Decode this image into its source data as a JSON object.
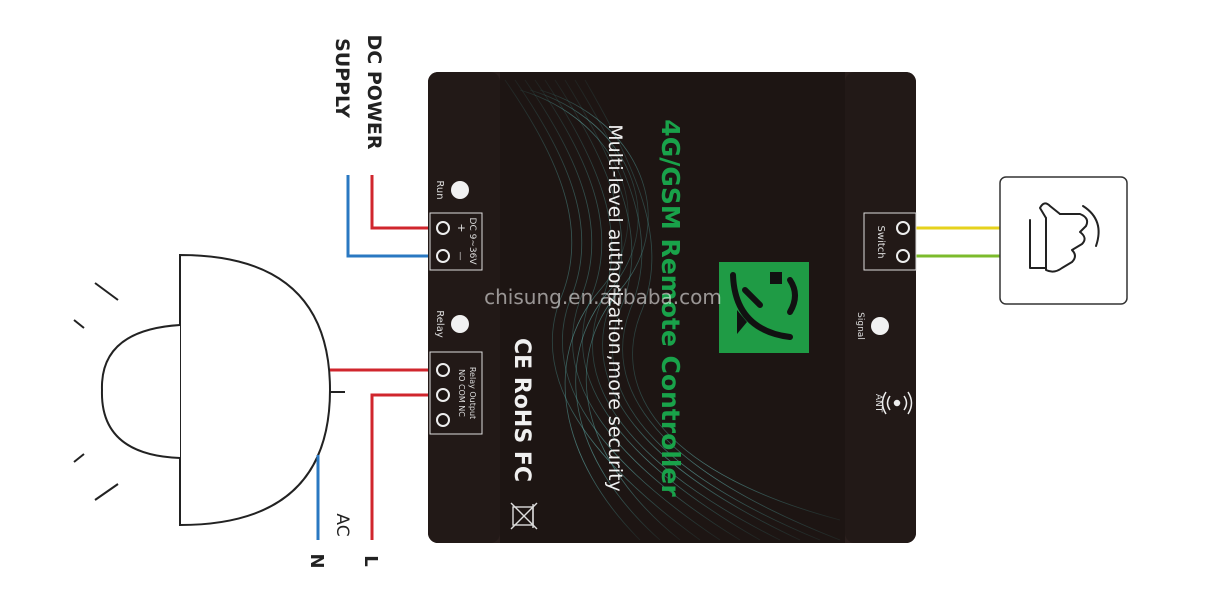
{
  "labels": {
    "dc_power": "DC POWER",
    "supply": "SUPPLY",
    "ac": "AC",
    "live": "L",
    "neutral": "N"
  },
  "device": {
    "title": "4G/GSM Remote Controller",
    "subtitle": "Multi-level authorization,more security",
    "certs": "CE RoHS FC",
    "run": "Run",
    "dc_input": "DC 9~36V",
    "plus": "+",
    "minus": "—",
    "relay": "Relay",
    "relay_output": "Relay Output",
    "relay_pins": "NO  COM  NC",
    "switch": "Switch",
    "signal": "Signal",
    "ant": "ANT"
  },
  "watermark": "chisung.en.alibaba.com",
  "colors": {
    "device_body": "#2a1f1d",
    "device_panel": "#1d1513",
    "title_green": "#19a24a",
    "logo_green": "#1f9b45",
    "wire_red": "#d0262d",
    "wire_blue": "#2a78c2",
    "wire_yellow": "#e6d21c",
    "wire_green": "#7cbb2c"
  }
}
